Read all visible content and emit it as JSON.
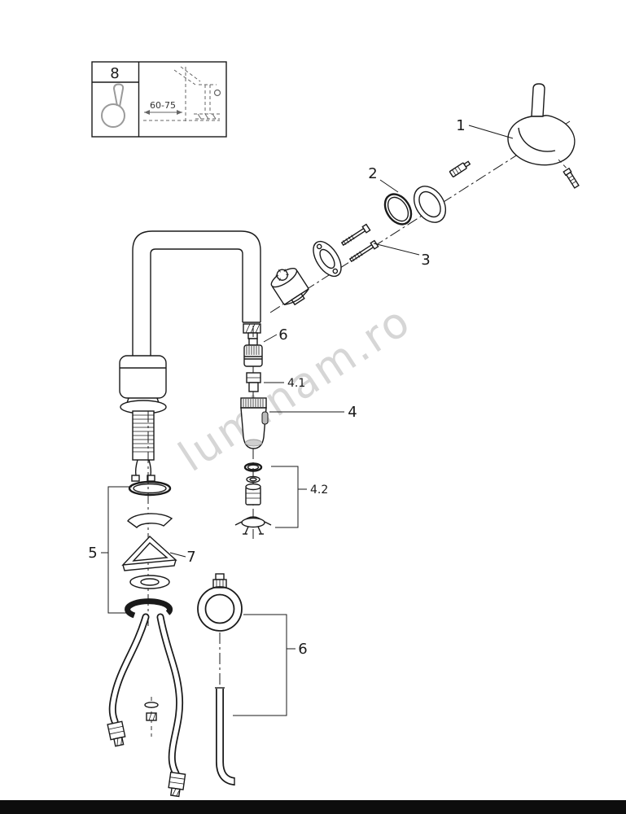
{
  "watermark": "luminam.ro",
  "inset": {
    "part_number": "8",
    "dimension": "60-75"
  },
  "labels": {
    "part1": "1",
    "part2": "2",
    "part3": "3",
    "part4": "4",
    "part4_1": "4.1",
    "part4_2": "4.2",
    "part5": "5",
    "part6_upper": "6",
    "part6_lower": "6",
    "part7": "7"
  },
  "colors": {
    "line": "#1a1a1a",
    "watermark": "#cccccc",
    "footer_bar": "#0d0d0d",
    "button_gray": "#bbbbbb"
  }
}
